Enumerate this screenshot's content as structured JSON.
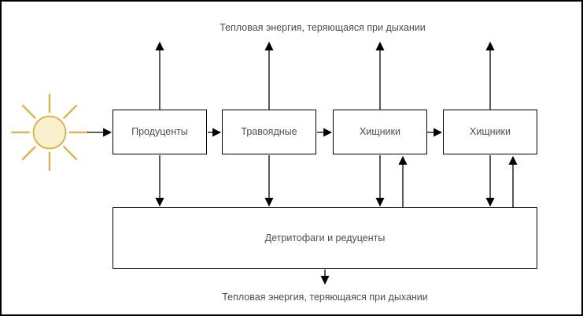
{
  "diagram": {
    "captions": {
      "top": "Тепловая энергия, теряющаяся при дыхании",
      "bottom": "Тепловая энергия, теряющаяся при дыхании"
    },
    "nodes": [
      {
        "label": "Продуценты"
      },
      {
        "label": "Травоядные"
      },
      {
        "label": "Хищники"
      },
      {
        "label": "Хищники"
      },
      {
        "label": "Детритофаги и редуценты"
      }
    ],
    "icons": {
      "sun": "sun-icon"
    },
    "colors": {
      "background": "#FFFFFF",
      "frame": "#000000",
      "node_border": "#000000",
      "node_fill": "#FFFFFF",
      "arrow": "#000000",
      "text": "#4D4D4D",
      "sun_fill": "#FBF0CD",
      "sun_stroke": "#D6B656"
    }
  }
}
